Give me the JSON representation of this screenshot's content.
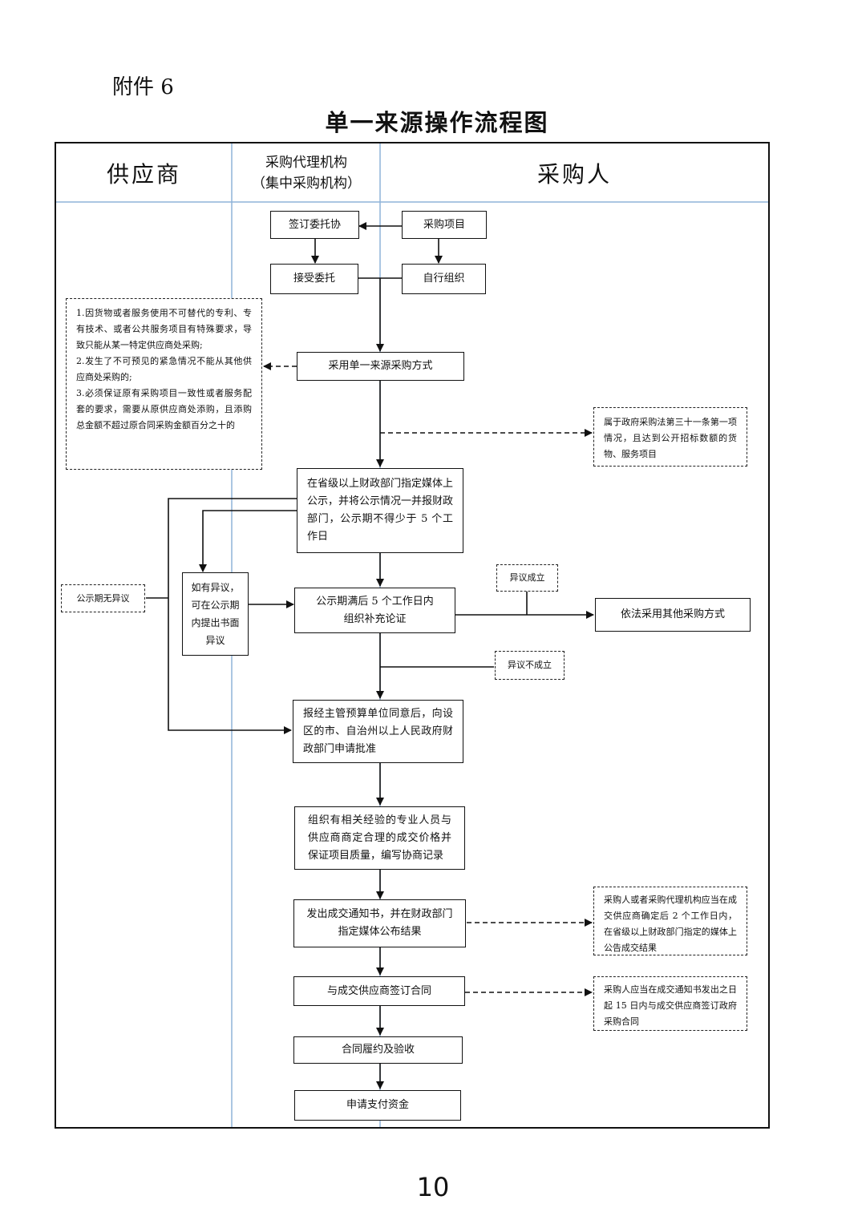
{
  "attachment_label": "附件 6",
  "title": "单一来源操作流程图",
  "lanes": {
    "supplier": "供应商",
    "agency_line1": "采购代理机构",
    "agency_line2": "（集中采购机构）",
    "purchaser": "采购人"
  },
  "nodes": {
    "sign_entrust": "签订委托协",
    "purchase_project": "采购项目",
    "accept_entrust": "接受委托",
    "self_organize": "自行组织",
    "adopt_single_source": "采用单一来源采购方式",
    "public_notice": "在省级以上财政部门指定媒体上公示，并将公示情况一并报财政部门，公示期不得少于 5 个工作日",
    "objection_period": "如有异议，可在公示期内提出书面异议",
    "demonstration": "公示期满后 5 个工作日内组织补充论证",
    "other_method": "依法采用其他采购方式",
    "apply_approval": "报经主管预算单位同意后，向设区的市、自治州以上人民政府财政部门申请批准",
    "negotiate": "组织有相关经验的专业人员与供应商商定合理的成交价格并保证项目质量，编写协商记录",
    "issue_notice": "发出成交通知书，并在财政部门指定媒体公布结果",
    "sign_contract": "与成交供应商签订合同",
    "perform_accept": "合同履约及验收",
    "apply_payment": "申请支付资金"
  },
  "notes": {
    "conditions": [
      "1.因货物或者服务使用不可替代的专利、专有技术、或者公共服务项目有特殊要求，导致只能从某一特定供应商处采购;",
      "2.发生了不可预见的紧急情况不能从其他供应商处采购的;",
      "3.必须保证原有采购项目一致性或者服务配套的要求，需要从原供应商处添购，且添购总金额不超过原合同采购金额百分之十的"
    ],
    "article31": "属于政府采购法第三十一条第一项情况，且达到公开招标数额的货物、服务项目",
    "no_objection": "公示期无异议",
    "objection_valid": "异议成立",
    "objection_invalid": "异议不成立",
    "notice_deadline": "采购人或者采购代理机构应当在成交供应商确定后 2 个工作日内，在省级以上财政部门指定的媒体上公告成交结果",
    "contract_deadline": "采购人应当在成交通知书发出之日起 15 日内与成交供应商签订政府采购合同"
  },
  "page_number": "10",
  "colors": {
    "lane_divider": "#8fb3d9",
    "ink": "#111111",
    "watermark": "#f2c4c4"
  }
}
